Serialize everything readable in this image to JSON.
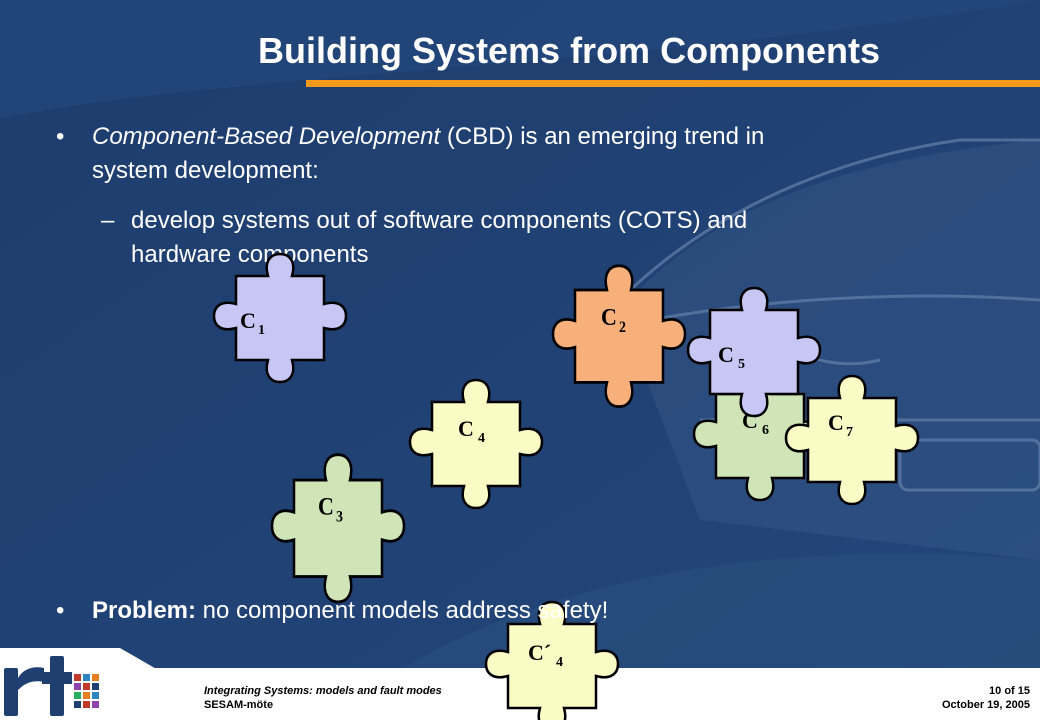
{
  "slide": {
    "title": "Building Systems from Components",
    "bullet1": {
      "mark": "•",
      "italic": "Component-Based Development",
      "rest": "  (CBD) is an emerging trend in system development:"
    },
    "bullet2": {
      "mark": "–",
      "text": "develop systems out of software components (COTS) and hardware components"
    },
    "bullet3": {
      "mark": "•",
      "bold": "Problem:",
      "rest": " no component models address safety!"
    }
  },
  "pieces": [
    {
      "id": "c1",
      "letter": "C",
      "sub": "1",
      "color": "#c7c6f5"
    },
    {
      "id": "c2",
      "letter": "C",
      "sub": "2",
      "color": "#f7b07a"
    },
    {
      "id": "c5",
      "letter": "C",
      "sub": "5",
      "color": "#c7c6f5"
    },
    {
      "id": "c4",
      "letter": "C",
      "sub": "4",
      "color": "#fbfbc5"
    },
    {
      "id": "c6",
      "letter": "C",
      "sub": "6",
      "color": "#cfe5b8"
    },
    {
      "id": "c7",
      "letter": "C",
      "sub": "7",
      "color": "#fbfbc5"
    },
    {
      "id": "c3",
      "letter": "C",
      "sub": "3",
      "color": "#cfe5b8"
    },
    {
      "id": "c4p",
      "letter": "C´",
      "sub": "4",
      "color": "#fbfbc5"
    }
  ],
  "footer": {
    "line1": "Integrating Systems: models and fault modes",
    "line2": "SESAM-möte",
    "page": "10 of 15",
    "date": "October 19, 2005"
  },
  "logo": {
    "text": "rts"
  },
  "colors": {
    "background": "#1f3f70",
    "accent_bar": "#f59a1c",
    "footer_bg": "#ffffff",
    "logo_blue": "#1f3f70"
  }
}
